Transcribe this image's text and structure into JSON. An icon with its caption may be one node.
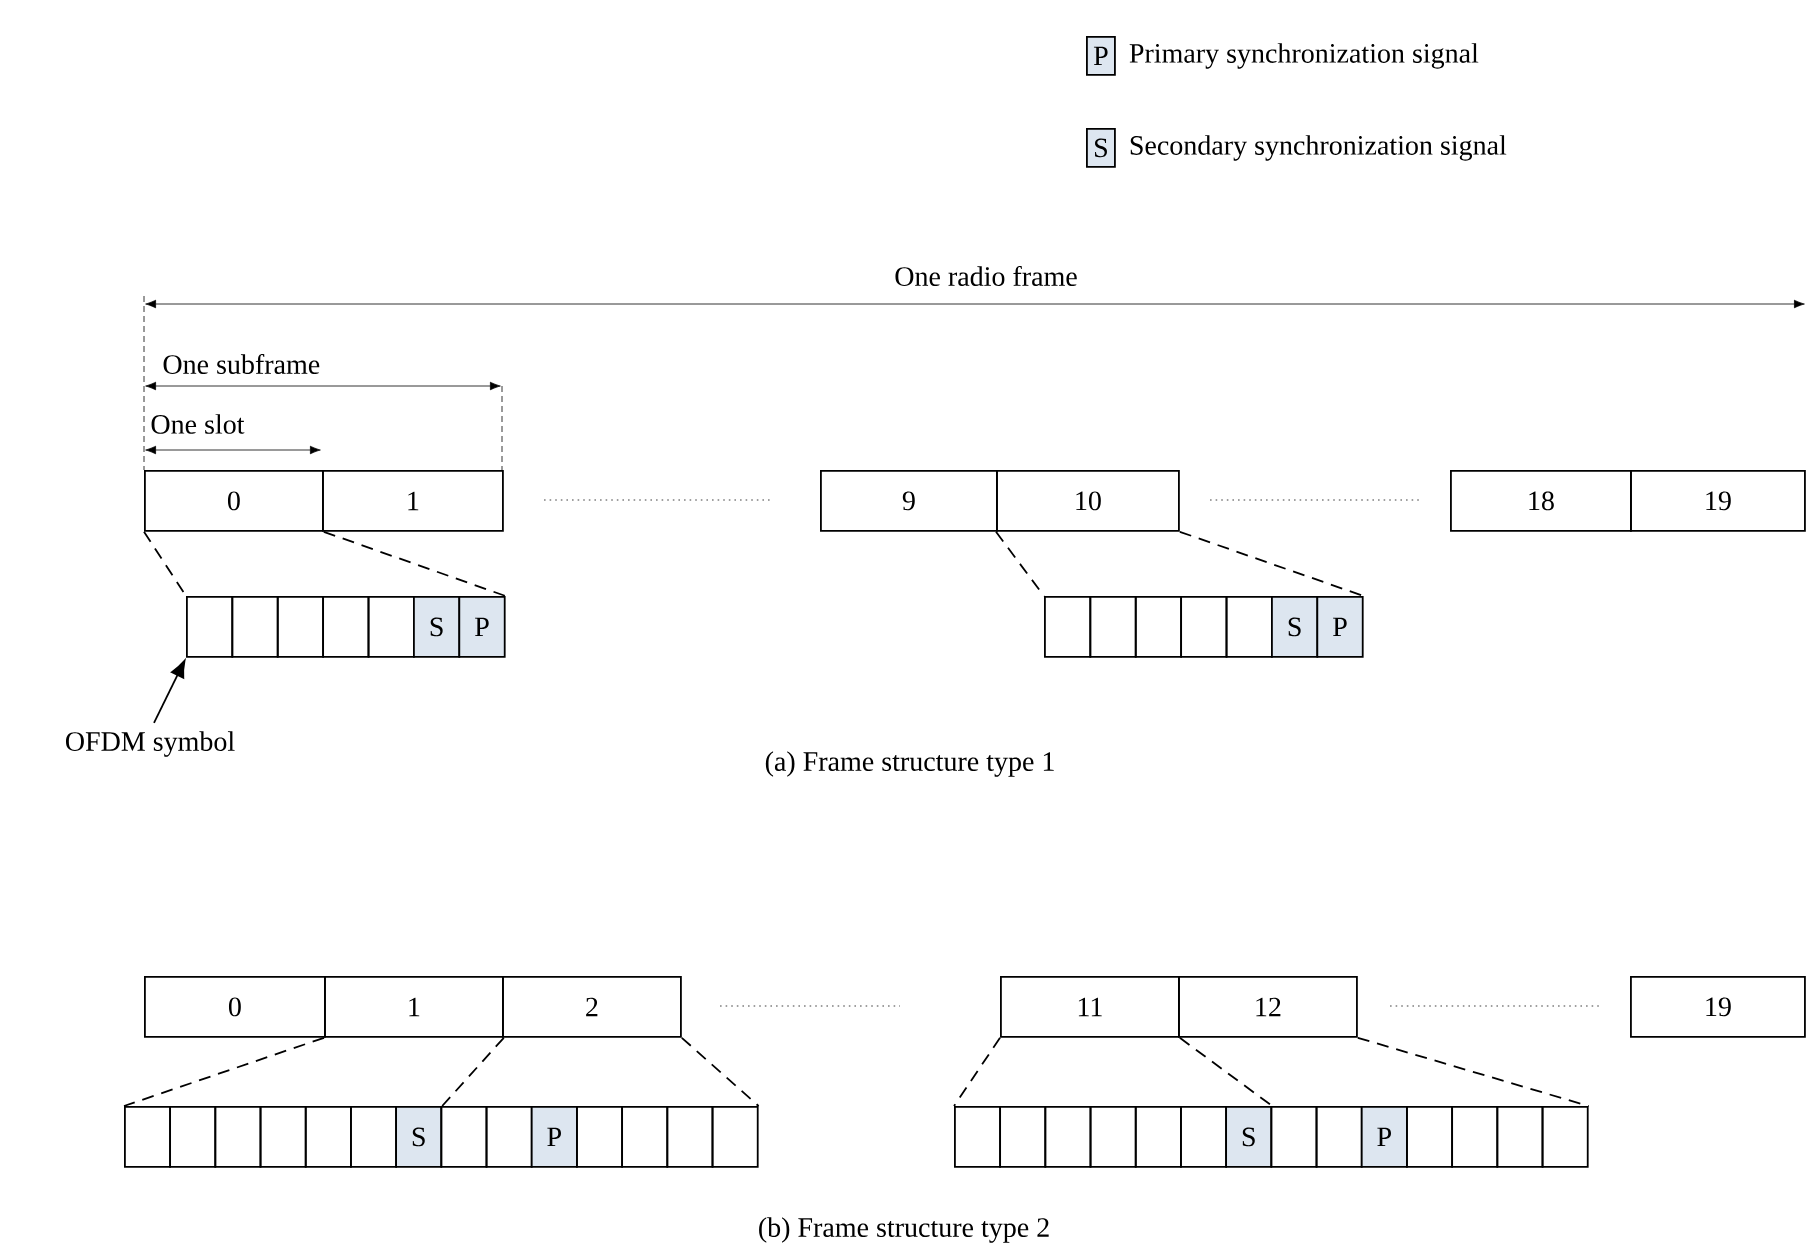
{
  "diagram": {
    "nodes": [
      {
        "text": [
          "P"
        ],
        "beside": [
          "Primary synchronization signal"
        ]
      },
      {
        "text": [
          "S"
        ],
        "beside": [
          "Secondary synchronization signal"
        ]
      },
      {
        "text": [
          "0"
        ]
      },
      {
        "text": [
          "1"
        ]
      },
      {
        "text": [
          "9"
        ]
      },
      {
        "text": [
          "10"
        ]
      },
      {
        "text": [
          "18"
        ]
      },
      {
        "text": [
          "19"
        ]
      },
      {
        "text": [],
        "shape": "box"
      },
      {
        "text": [],
        "shape": "box"
      },
      {
        "text": [],
        "shape": "box"
      },
      {
        "text": [],
        "shape": "box"
      },
      {
        "text": [],
        "shape": "box"
      },
      {
        "text": [
          "S"
        ]
      },
      {
        "text": [
          "P"
        ]
      },
      {
        "text": [],
        "shape": "box"
      },
      {
        "text": [],
        "shape": "box"
      },
      {
        "text": [],
        "shape": "box"
      },
      {
        "text": [],
        "shape": "box"
      },
      {
        "text": [],
        "shape": "box"
      },
      {
        "text": [
          "S"
        ]
      },
      {
        "text": [
          "P"
        ]
      },
      {
        "text": [
          "OFDM symbol"
        ]
      },
      {
        "text": [
          "0"
        ]
      },
      {
        "text": [
          "1"
        ]
      },
      {
        "text": [
          "2"
        ]
      },
      {
        "text": [
          "11"
        ]
      },
      {
        "text": [
          "12"
        ]
      },
      {
        "text": [
          "19"
        ]
      },
      {
        "text": [],
        "shape": "box"
      },
      {
        "text": [],
        "shape": "box"
      },
      {
        "text": [],
        "shape": "box"
      },
      {
        "text": [],
        "shape": "box"
      },
      {
        "text": [],
        "shape": "box"
      },
      {
        "text": [],
        "shape": "box"
      },
      {
        "text": [
          "S"
        ]
      },
      {
        "text": [],
        "shape": "box"
      },
      {
        "text": [],
        "shape": "box"
      },
      {
        "text": [
          "P"
        ]
      },
      {
        "text": [],
        "shape": "box"
      },
      {
        "text": [],
        "shape": "box"
      },
      {
        "text": [],
        "shape": "box"
      },
      {
        "text": [],
        "shape": "box"
      },
      {
        "text": [],
        "shape": "box"
      },
      {
        "text": [],
        "shape": "box"
      },
      {
        "text": [],
        "shape": "box"
      },
      {
        "text": [],
        "shape": "box"
      },
      {
        "text": [],
        "shape": "box"
      },
      {
        "text": [],
        "shape": "box"
      },
      {
        "text": [
          "S"
        ]
      },
      {
        "text": [],
        "shape": "box"
      },
      {
        "text": [],
        "shape": "box"
      },
      {
        "text": [
          "P"
        ]
      },
      {
        "text": [],
        "shape": "box"
      },
      {
        "text": [],
        "shape": "box"
      },
      {
        "text": [],
        "shape": "box"
      },
      {
        "text": [],
        "shape": "box"
      }
    ],
    "edges": [
      {
        "from": 2,
        "to": 8,
        "arrow": "none",
        "style": "dashed"
      },
      {
        "from": 2,
        "to": 14,
        "arrow": "none",
        "style": "dashed"
      },
      {
        "from": 5,
        "to": 15,
        "arrow": "none",
        "style": "dashed"
      },
      {
        "from": 5,
        "to": 21,
        "arrow": "none",
        "style": "dashed"
      },
      {
        "from": 22,
        "to": 8,
        "arrow": "to"
      },
      {
        "from": 24,
        "to": 29,
        "arrow": "none",
        "style": "dashed"
      },
      {
        "from": 24,
        "to": 35,
        "arrow": "none",
        "style": "dashed"
      },
      {
        "from": 25,
        "to": 42,
        "arrow": "none",
        "style": "dashed"
      },
      {
        "from": 26,
        "to": 43,
        "arrow": "none",
        "style": "dashed"
      },
      {
        "from": 26,
        "to": 49,
        "arrow": "none",
        "style": "dashed"
      },
      {
        "from": 27,
        "to": 56,
        "arrow": "none",
        "style": "dashed"
      }
    ],
    "labels": [
      "One radio frame",
      "One subframe",
      "One slot",
      "(a) Frame structure type 1",
      "(b) Frame structure type 2"
    ]
  }
}
